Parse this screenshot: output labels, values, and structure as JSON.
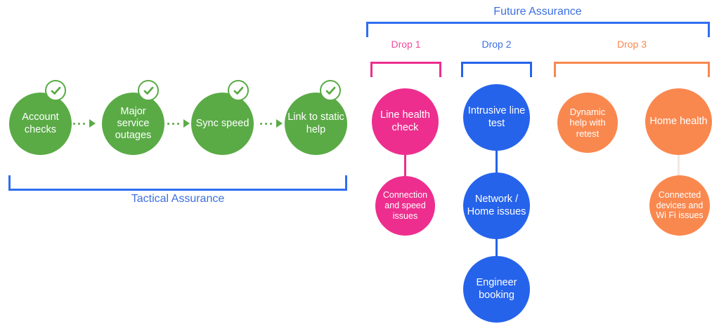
{
  "diagram": {
    "title_future": "Future Assurance",
    "title_tactical": "Tactical Assurance",
    "colors": {
      "green": "#5aab46",
      "pink": "#ed2e8e",
      "pink_label": "#ed4b9a",
      "blue": "#2563eb",
      "blue_label": "#3b6fe0",
      "orange": "#f9884f"
    }
  },
  "tactical": {
    "caption": "Tactical Assurance",
    "badge_icon": "check-icon",
    "steps": [
      {
        "label": "Account checks"
      },
      {
        "label": "Major service outages"
      },
      {
        "label": "Sync speed"
      },
      {
        "label": "Link to static help"
      }
    ]
  },
  "future": {
    "caption": "Future Assurance",
    "drops": [
      {
        "caption": "Drop 1",
        "columns": [
          {
            "nodes": [
              "Line health check",
              "Connection and speed issues"
            ]
          }
        ]
      },
      {
        "caption": "Drop 2",
        "columns": [
          {
            "nodes": [
              "Intrusive line test",
              "Network / Home issues",
              "Engineer booking"
            ]
          }
        ]
      },
      {
        "caption": "Drop 3",
        "columns": [
          {
            "nodes": [
              "Dynamic help with retest"
            ]
          },
          {
            "nodes": [
              "Home health",
              "Connected devices and Wi Fi issues"
            ]
          }
        ]
      }
    ]
  }
}
